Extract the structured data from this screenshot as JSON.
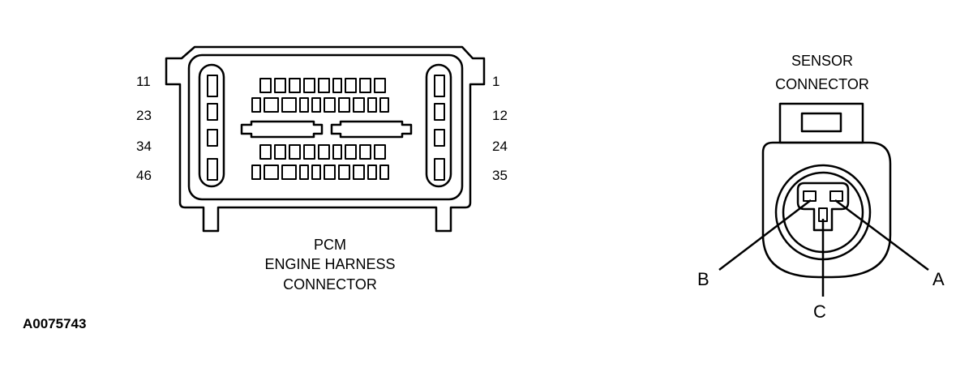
{
  "pcm": {
    "pin_labels_left": [
      "11",
      "23",
      "34",
      "46"
    ],
    "pin_labels_right": [
      "1",
      "12",
      "24",
      "35"
    ],
    "title_lines": [
      "PCM",
      "ENGINE HARNESS",
      "CONNECTOR"
    ]
  },
  "sensor": {
    "title_lines": [
      "SENSOR",
      "CONNECTOR"
    ],
    "pins": [
      "B",
      "C",
      "A"
    ]
  },
  "figure_id": "A0075743"
}
